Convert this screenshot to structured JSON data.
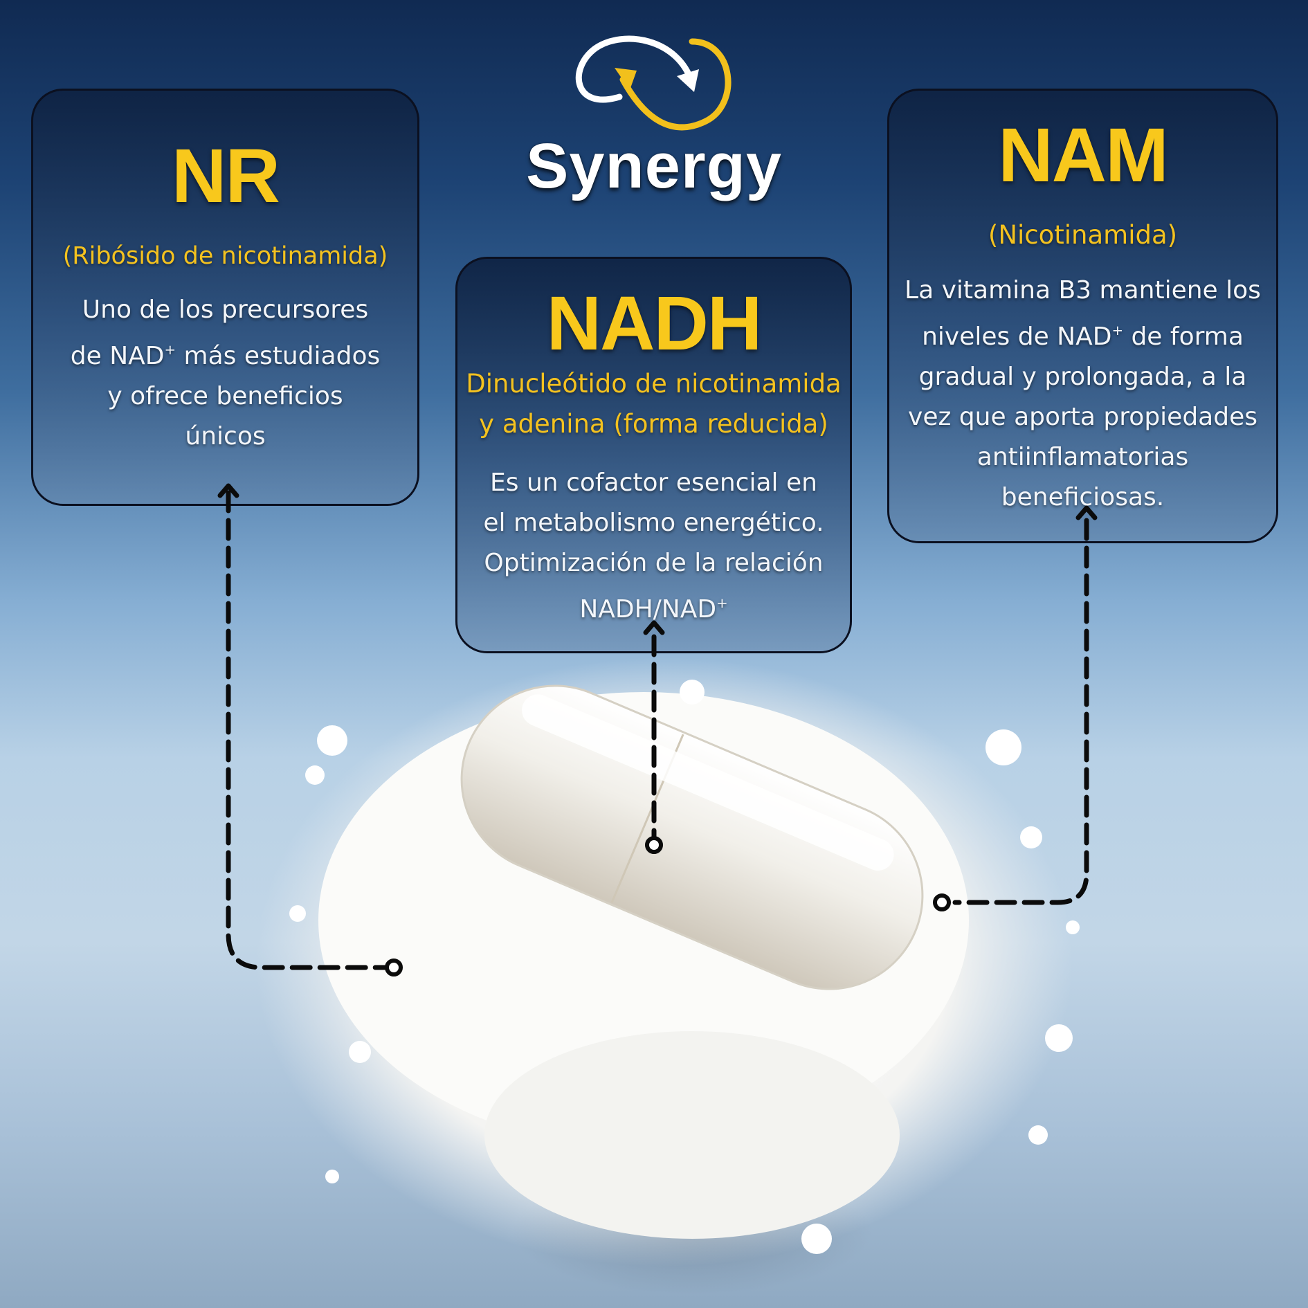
{
  "brand": {
    "name": "Synergy",
    "logo_icon": "infinity-arrows-icon"
  },
  "colors": {
    "accent": "#f8c81c",
    "text": "#f3f6fa",
    "border": "#0b1020"
  },
  "cards": {
    "nr": {
      "title": "NR",
      "subtitle": "(Ribósido de nicotinamida)",
      "desc": [
        "Uno de los precursores",
        "de NAD",
        "+",
        " más estudiados",
        "y ofrece beneficios",
        "únicos"
      ]
    },
    "nadh": {
      "title": "NADH",
      "subtitle": [
        "Dinucleótido de nicotinamida",
        "y adenina (forma reducida)"
      ],
      "desc": [
        "Es un cofactor esencial en",
        "el metabolismo energético.",
        "Optimización de la relación",
        "NADH/NAD",
        "+"
      ]
    },
    "nam": {
      "title": "NAM",
      "subtitle": "(Nicotinamida)",
      "desc": [
        "La vitamina B3 mantiene los",
        "niveles de NAD",
        "+",
        " de forma",
        "gradual y prolongada, a la",
        "vez que aporta propiedades",
        "antiinflamatorias",
        "beneficiosas."
      ]
    }
  }
}
